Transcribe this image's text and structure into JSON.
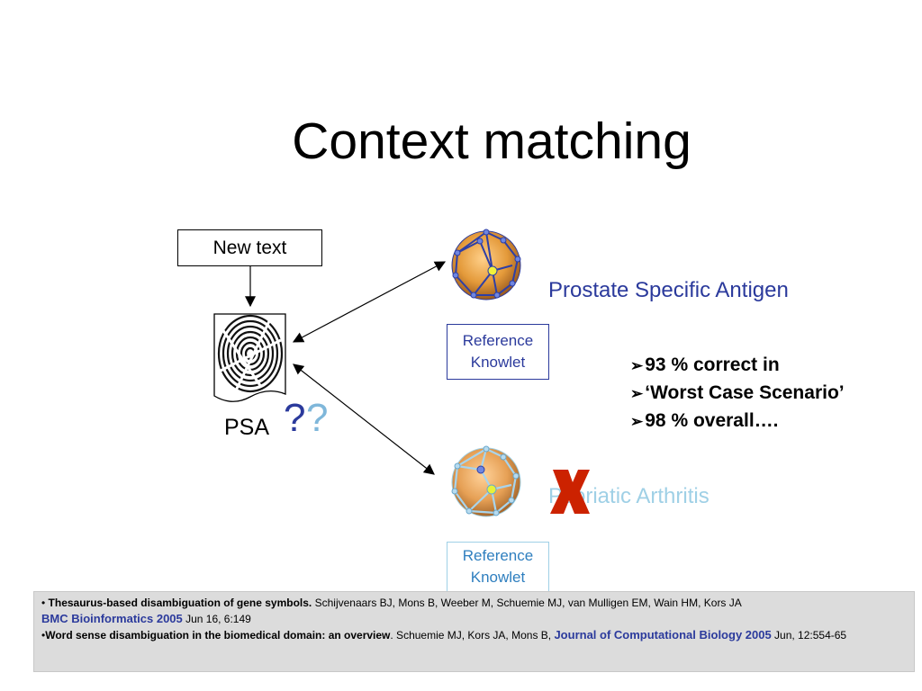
{
  "title": "Context matching",
  "new_text_label": "New text",
  "psa_label": "PSA",
  "question_marks": [
    "?",
    "?"
  ],
  "knowlets": [
    {
      "name": "Prostate Specific Antigen",
      "ref_line1": "Reference",
      "ref_line2": "Knowlet"
    },
    {
      "name": "Psoriatic Arthritis",
      "ref_line1": "Reference",
      "ref_line2": "Knowlet"
    }
  ],
  "reject_mark": "X",
  "bullets": [
    "93 % correct in",
    "‘Worst Case Scenario’",
    "98 % overall…."
  ],
  "references": {
    "ref1_prefix": "• ",
    "ref1_title": "Thesaurus-based disambiguation of gene symbols.",
    "ref1_authors": " Schijvenaars BJ, Mons B, Weeber M, Schuemie MJ, van Mulligen EM, Wain HM, Kors JA",
    "ref1_journal": "BMC Bioinformatics 2005",
    "ref1_details": " Jun 16, 6:149",
    "ref2_prefix": "•",
    "ref2_title": "Word sense disambiguation in the biomedical domain: an overview",
    "ref2_authors": ". Schuemie MJ, Kors JA, Mons B, ",
    "ref2_journal": "Journal of Computational Biology 2005",
    "ref2_details": " Jun, 12:554-65"
  },
  "colors": {
    "accent_dark_blue": "#2b3a9c",
    "accent_light_blue": "#9fd0e6",
    "reject_red": "#cc2200",
    "panel_gray": "#dcdcdc"
  }
}
